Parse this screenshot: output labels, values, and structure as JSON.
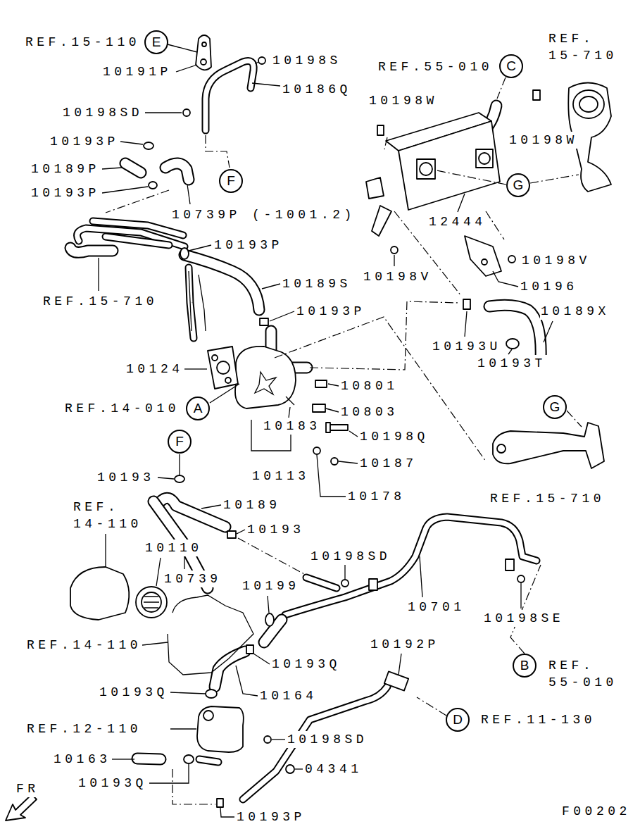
{
  "diagram": {
    "nodes": [
      {
        "text": [
          "E"
        ]
      },
      {
        "text": [
          "C"
        ]
      },
      {
        "text": [
          "F"
        ]
      },
      {
        "text": [
          "G"
        ]
      },
      {
        "text": [
          "G"
        ]
      },
      {
        "text": [
          "A"
        ]
      },
      {
        "text": [
          "F"
        ]
      },
      {
        "text": [
          "B"
        ]
      },
      {
        "text": [
          "D"
        ]
      }
    ],
    "labels": [
      "REF.15-110",
      "10191P",
      "10198S",
      "REF.55-010",
      "REF. 15-710",
      "10186Q",
      "10198SD",
      "10198W",
      "10198W",
      "10193P",
      "10189P",
      "10193P",
      "10739P (-1001.2)",
      "12444",
      "REF.15-710",
      "10193P",
      "10198V",
      "10198V",
      "10196",
      "10189S",
      "10193P",
      "10189X",
      "10193U",
      "10193T",
      "10124",
      "10801",
      "REF.14-010",
      "10803",
      "10183",
      "10198Q",
      "10187",
      "10113",
      "10178",
      "REF.15-710",
      "10193",
      "REF. 14-110",
      "10189",
      "10193",
      "10110",
      "10198SD",
      "10739",
      "10199",
      "10701",
      "10198SE",
      "REF.14-110",
      "10192P",
      "10193Q",
      "REF. 55-010",
      "10193Q",
      "10164",
      "REF.11-130",
      "REF.12-110",
      "10198SD",
      "10163",
      "04341",
      "10193Q",
      "10193P",
      "FR",
      "F00202"
    ]
  }
}
